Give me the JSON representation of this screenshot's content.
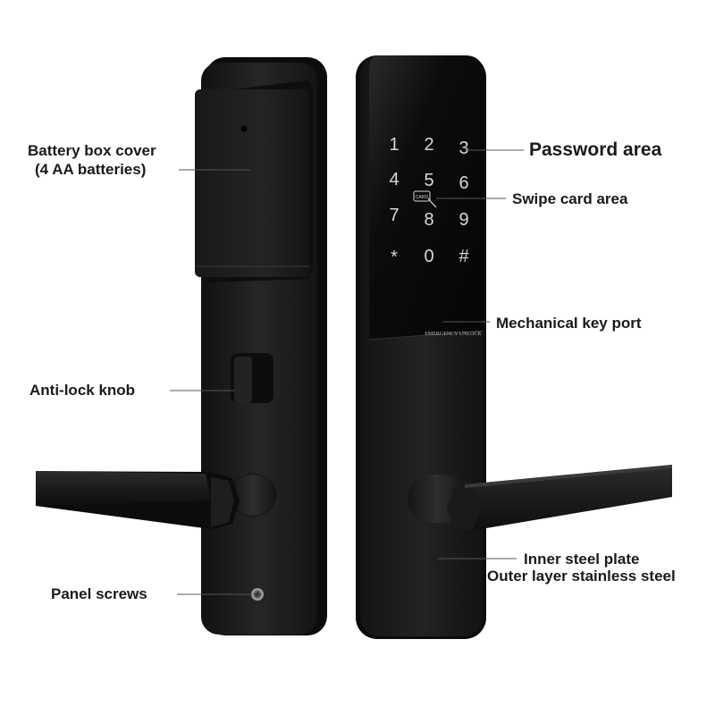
{
  "labels": {
    "battery_box_cover": "Battery box cover",
    "battery_box_cover_detail": "(4 AA batteries)",
    "anti_lock_knob": "Anti-lock knob",
    "panel_screws": "Panel screws",
    "password_area": "Password area",
    "swipe_card_area": "Swipe card area",
    "mechanical_key_port": "Mechanical key port",
    "inner_steel_plate": "Inner steel plate",
    "outer_layer": "Outer layer stainless steel"
  },
  "keypad": {
    "keys": [
      "1",
      "2",
      "3",
      "4",
      "5",
      "6",
      "7",
      "8",
      "9",
      "*",
      "0",
      "#"
    ],
    "card_icon_text": "CARD",
    "emergency_text": "EMERGENCY UNLOCK"
  },
  "colors": {
    "lock_body": "#1c1c1d",
    "keypad_glass": "#0b0b0c",
    "key_text": "#d8d8d8",
    "label_text": "#1a1a1a",
    "leader_line": "#555555"
  }
}
